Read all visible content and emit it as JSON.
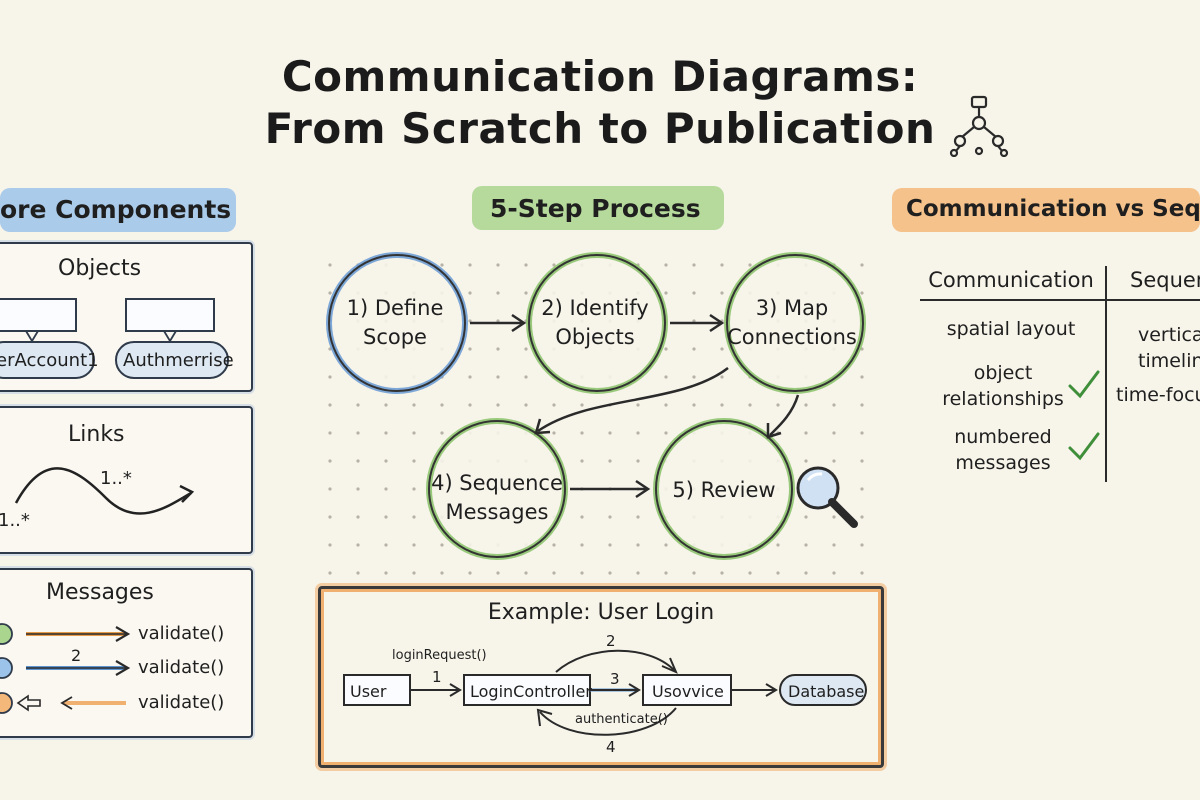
{
  "title": {
    "line1": "Communication Diagrams:",
    "line2": "From Scratch to Publication"
  },
  "components": {
    "heading": "ore Components",
    "objects": {
      "title": "Objects",
      "labels": [
        "erAccount1",
        "Authmerrise"
      ]
    },
    "links": {
      "title": "Links",
      "mult_a": "1..*",
      "mult_b": "1..*"
    },
    "messages": {
      "title": "Messages",
      "number": "2",
      "rows": [
        "validate()",
        "validate()",
        "validate()"
      ]
    }
  },
  "process": {
    "heading": "5-Step Process",
    "steps": [
      {
        "line1": "1) Define",
        "line2": "Scope"
      },
      {
        "line1": "2) Identify",
        "line2": "Objects"
      },
      {
        "line1": "3) Map",
        "line2": "Connections"
      },
      {
        "line1": "4) Sequence",
        "line2": "Messages"
      },
      {
        "line1": "5) Review",
        "line2": ""
      }
    ]
  },
  "example": {
    "title": "Example: User Login",
    "nodes": [
      "User",
      "LoginController",
      "Usoᴠvice",
      "Database"
    ],
    "labels": {
      "login_request": "loginRequest()",
      "authenticate": "authenticate()",
      "n1": "1",
      "n2": "2",
      "n3": "3",
      "n4": "4"
    }
  },
  "comparison": {
    "heading": "Communication vs Seq",
    "col1_header": "Communication",
    "col2_header": "Sequen",
    "col1": {
      "r1": "spatial layout",
      "r2a": "object",
      "r2b": "relationships",
      "r3a": "numbered",
      "r3b": "messages"
    },
    "col2": {
      "r1a": "vertica",
      "r1b": "timelin",
      "r2": "time-focu"
    }
  },
  "colors": {
    "blue": "#9cc3ea",
    "green": "#a9d58e",
    "orange": "#f4b87a",
    "ink": "#1f1f1f",
    "check": "#3f8f3a"
  },
  "icons": [
    "hierarchy-icon",
    "magnifier-icon",
    "checkmark-icon"
  ]
}
